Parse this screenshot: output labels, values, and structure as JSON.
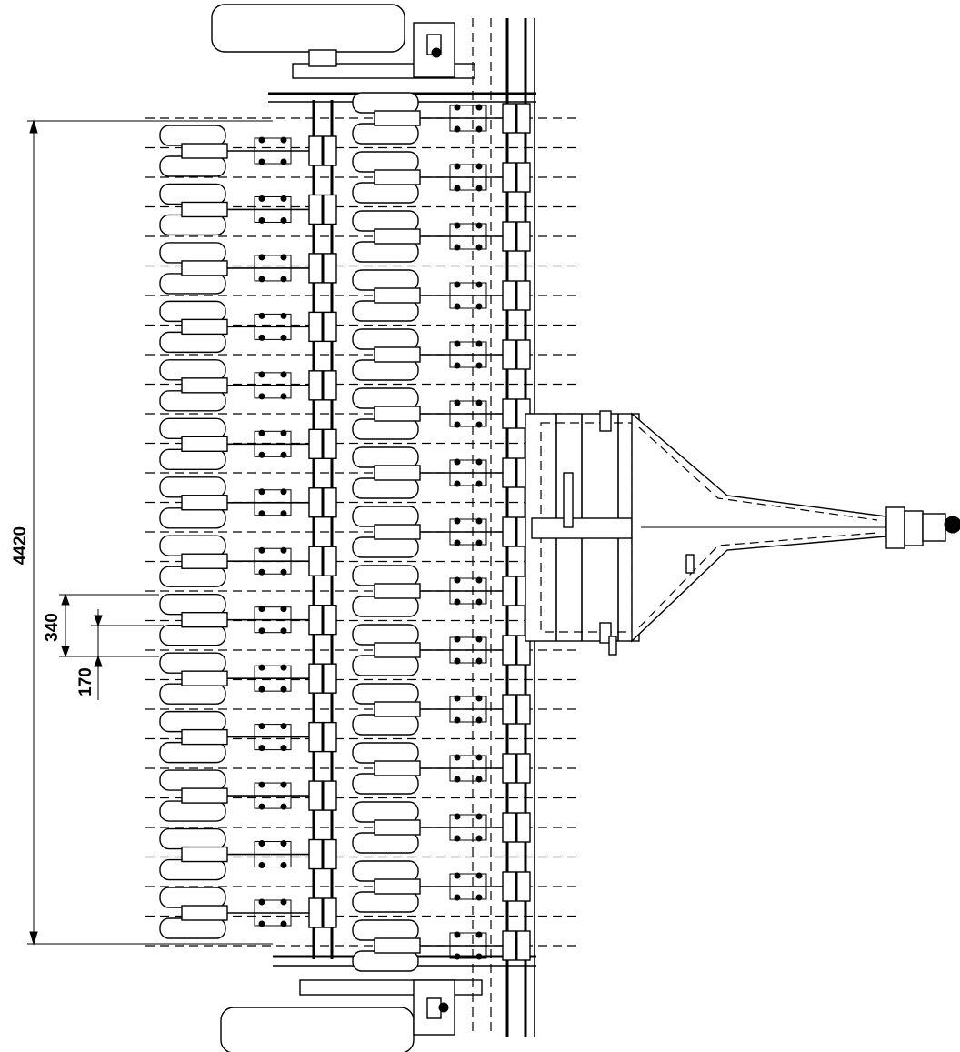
{
  "dimensions": {
    "overall_width": "4420",
    "row_spacing": "340",
    "row_offset": "170"
  },
  "drawing": {
    "front_row_units": 14,
    "rear_row_units": 15,
    "line_color": "#000000",
    "background_color": "#ffffff"
  }
}
